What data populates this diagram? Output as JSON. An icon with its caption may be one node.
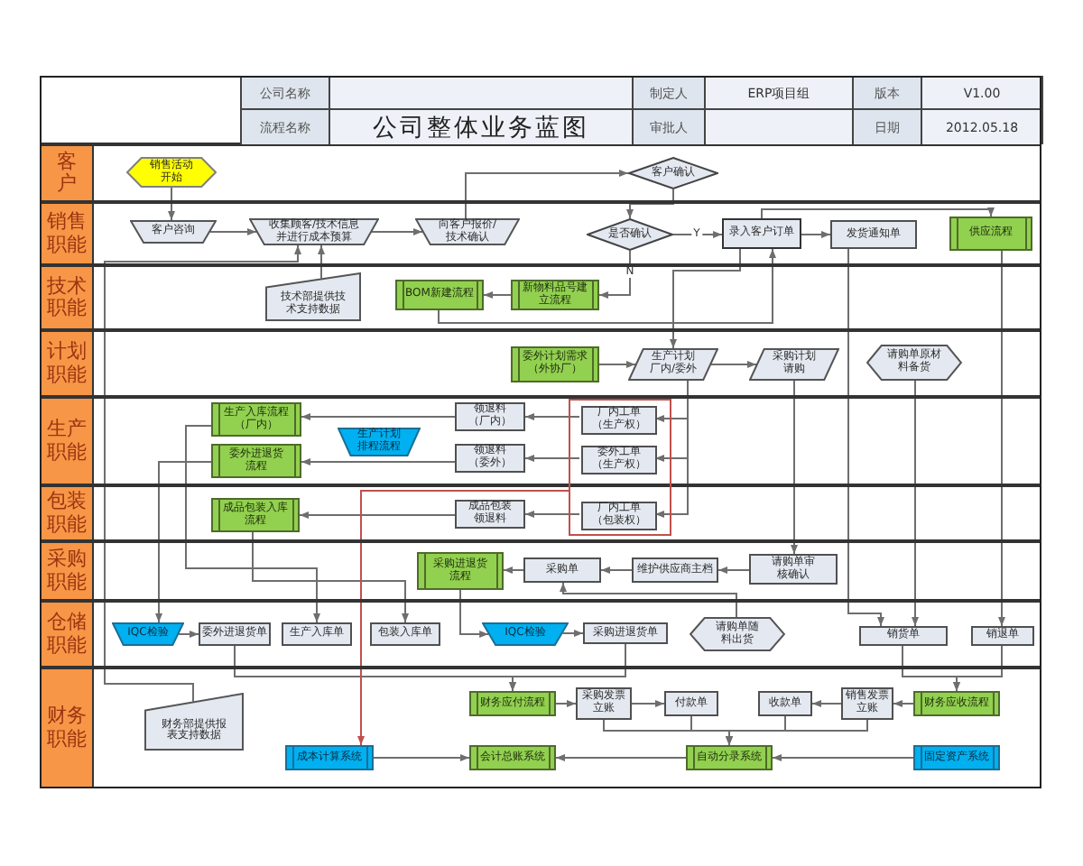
{
  "diagram": {
    "nodes": [
      {
        "text": [
          "客户"
        ]
      },
      {
        "text": [
          "销售活动开始"
        ]
      },
      {
        "text": [
          "客户确认"
        ]
      },
      {
        "text": [
          "销售职能"
        ]
      },
      {
        "text": [
          "客户咨询"
        ]
      },
      {
        "text": [
          "收集顾客/技术信息并进行成本预算"
        ]
      },
      {
        "text": [
          "向客户报价/技术确认"
        ]
      },
      {
        "text": [
          "是否确认"
        ]
      },
      {
        "text": [
          "录入客户订单"
        ]
      },
      {
        "text": [
          "发货通知单"
        ]
      },
      {
        "text": [
          "供应流程"
        ]
      },
      {
        "text": [
          "技术职能"
        ]
      },
      {
        "text": [
          "技术部提供技术支持数据"
        ]
      },
      {
        "text": [
          "BOM新建流程"
        ]
      },
      {
        "text": [
          "新物料品号建立流程"
        ]
      },
      {
        "text": [
          "计划职能"
        ]
      },
      {
        "text": [
          "委外计划需求（外协厂）"
        ]
      },
      {
        "text": [
          "生产计划厂内/委外"
        ]
      },
      {
        "text": [
          "采购计划请购"
        ]
      },
      {
        "text": [
          "请购单原材料备货"
        ]
      },
      {
        "text": [
          "生产职能"
        ]
      },
      {
        "text": [
          "生产入库流程（厂内）"
        ]
      },
      {
        "text": [
          "委外进退货流程"
        ]
      },
      {
        "text": [
          "生产计划排程流程"
        ]
      },
      {
        "text": [
          "领退料（厂内）"
        ]
      },
      {
        "text": [
          "领退料（委外）"
        ]
      },
      {
        "text": [],
        "shape": "box"
      },
      {
        "text": [
          "厂内工单（生产权）"
        ],
        "in": 26
      },
      {
        "text": [
          "委外工单（生产权）"
        ],
        "in": 26
      },
      {
        "text": [
          "包装职能"
        ]
      },
      {
        "text": [
          "成品包装入库流程"
        ]
      },
      {
        "text": [
          "成品包装领退料"
        ]
      },
      {
        "text": [
          "厂内工单（包装权）"
        ],
        "in": 26
      },
      {
        "text": [
          "采购职能"
        ]
      },
      {
        "text": [
          "采购进退货流程"
        ]
      },
      {
        "text": [
          "采购单"
        ]
      },
      {
        "text": [
          "维护供应商主档"
        ]
      },
      {
        "text": [
          "请购单审核确认"
        ]
      },
      {
        "text": [
          "仓储职能"
        ]
      },
      {
        "text": [
          "IQC检验"
        ]
      },
      {
        "text": [
          "委外进退货单"
        ]
      },
      {
        "text": [
          "生产入库单"
        ]
      },
      {
        "text": [
          "包装入库单"
        ]
      },
      {
        "text": [
          "IQC检验"
        ]
      },
      {
        "text": [
          "采购进退货单"
        ]
      },
      {
        "text": [
          "请购单随料出货"
        ]
      },
      {
        "text": [
          "销货单"
        ]
      },
      {
        "text": [
          "销退单"
        ]
      },
      {
        "text": [
          "财务职能"
        ]
      },
      {
        "text": [
          "财务部提供报表支持数据"
        ]
      },
      {
        "text": [
          "财务应付流程"
        ]
      },
      {
        "text": [
          "采购发票立账"
        ]
      },
      {
        "text": [
          "付款单"
        ]
      },
      {
        "text": [
          "收款单"
        ]
      },
      {
        "text": [
          "销售发票立账"
        ]
      },
      {
        "text": [
          "财务应收流程"
        ]
      },
      {
        "text": [
          "成本计算系统"
        ]
      },
      {
        "text": [
          "会计总账系统"
        ]
      },
      {
        "text": [
          "自动分录系统"
        ]
      },
      {
        "text": [
          "固定资产系统"
        ]
      }
    ],
    "edges": [
      {
        "from": 1,
        "to": 4,
        "arrow": "to"
      },
      {
        "from": 4,
        "to": 5,
        "arrow": "to"
      },
      {
        "from": 5,
        "to": 6,
        "arrow": "to"
      },
      {
        "from": 6,
        "to": 2,
        "arrow": "to"
      },
      {
        "from": 2,
        "to": 7,
        "arrow": "to"
      },
      {
        "from": 7,
        "to": 8,
        "arrow": "to",
        "label": "Y"
      },
      {
        "from": 7,
        "to": 14,
        "arrow": "to",
        "label": "N"
      },
      {
        "from": 14,
        "to": 13,
        "arrow": "to"
      },
      {
        "from": 8,
        "to": 9,
        "arrow": "to"
      },
      {
        "from": 8,
        "to": 10,
        "arrow": "to"
      },
      {
        "from": 49,
        "to": 5,
        "arrow": "to"
      },
      {
        "from": 12,
        "to": 5,
        "arrow": "to"
      },
      {
        "from": 13,
        "to": 8,
        "arrow": "to"
      },
      {
        "from": 8,
        "to": 17,
        "arrow": "to"
      },
      {
        "from": 16,
        "to": 17,
        "arrow": "to"
      },
      {
        "from": 17,
        "to": 18,
        "arrow": "to"
      },
      {
        "from": 17,
        "to": 27,
        "arrow": "to"
      },
      {
        "from": 17,
        "to": 28,
        "arrow": "to"
      },
      {
        "from": 17,
        "to": 32,
        "arrow": "to"
      },
      {
        "from": 27,
        "to": 24,
        "arrow": "to"
      },
      {
        "from": 28,
        "to": 25,
        "arrow": "to"
      },
      {
        "from": 32,
        "to": 31,
        "arrow": "to"
      },
      {
        "from": 24,
        "to": 21,
        "arrow": "to"
      },
      {
        "from": 25,
        "to": 22,
        "arrow": "to"
      },
      {
        "from": 31,
        "to": 30,
        "arrow": "to"
      },
      {
        "from": 18,
        "to": 37,
        "arrow": "to"
      },
      {
        "from": 37,
        "to": 36,
        "arrow": "to"
      },
      {
        "from": 36,
        "to": 35,
        "arrow": "to"
      },
      {
        "from": 35,
        "to": 34,
        "arrow": "to"
      },
      {
        "from": 34,
        "to": 43,
        "arrow": "to"
      },
      {
        "from": 43,
        "to": 44,
        "arrow": "to"
      },
      {
        "from": 22,
        "to": 39,
        "arrow": "to"
      },
      {
        "from": 39,
        "to": 40,
        "arrow": "to"
      },
      {
        "from": 21,
        "to": 41,
        "arrow": "to"
      },
      {
        "from": 30,
        "to": 42,
        "arrow": "to"
      },
      {
        "from": 45,
        "to": 35,
        "arrow": "to"
      },
      {
        "from": 19,
        "to": 46,
        "arrow": "to"
      },
      {
        "from": 9,
        "to": 46,
        "arrow": "to"
      },
      {
        "from": 10,
        "to": 47,
        "arrow": "to"
      },
      {
        "from": 40,
        "to": 50,
        "arrow": "to"
      },
      {
        "from": 44,
        "to": 50,
        "arrow": "to"
      },
      {
        "from": 46,
        "to": 55,
        "arrow": "to"
      },
      {
        "from": 47,
        "to": 55,
        "arrow": "to"
      },
      {
        "from": 50,
        "to": 51,
        "arrow": "to"
      },
      {
        "from": 51,
        "to": 52,
        "arrow": "to"
      },
      {
        "from": 55,
        "to": 54,
        "arrow": "to"
      },
      {
        "from": 54,
        "to": 53,
        "arrow": "to"
      },
      {
        "from": 51,
        "to": 58,
        "arrow": "to"
      },
      {
        "from": 52,
        "to": 58,
        "arrow": "to"
      },
      {
        "from": 53,
        "to": 58,
        "arrow": "to"
      },
      {
        "from": 54,
        "to": 58,
        "arrow": "to"
      },
      {
        "from": 59,
        "to": 58,
        "arrow": "to"
      },
      {
        "from": 58,
        "to": 57,
        "arrow": "to"
      },
      {
        "from": 56,
        "to": 57,
        "arrow": "to"
      },
      {
        "from": 26,
        "to": 56,
        "arrow": "to",
        "color": "#c0504d"
      }
    ],
    "labels": [
      "公司名称",
      "制定人",
      "ERP项目组",
      "版本",
      "V1.00",
      "流程名称",
      "公司整体业务蓝图",
      "审批人",
      "日期",
      "2012.05.18"
    ]
  }
}
